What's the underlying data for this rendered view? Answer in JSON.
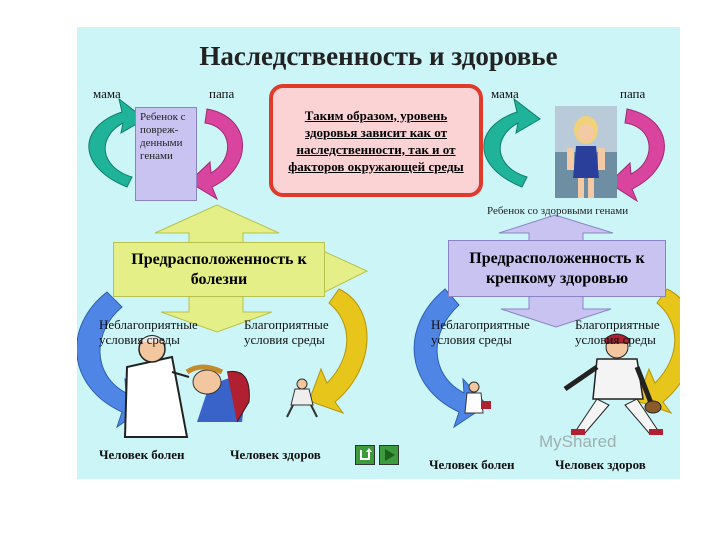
{
  "title": "Наследственность и здоровье",
  "left": {
    "mama": "мама",
    "papa": "папа",
    "child_box": "Ребенок с повреж-денными генами",
    "predisposition": "Предрасположенность к болезни",
    "unfavorable": "Неблагоприятные условия среды",
    "favorable": "Благоприятные условия среды",
    "sick": "Человек болен",
    "healthy": "Человек здоров"
  },
  "right": {
    "mama": "мама",
    "papa": "папа",
    "child_caption": "Ребенок со здоровыми генами",
    "predisposition": "Предрасположенность к крепкому здоровью",
    "unfavorable": "Неблагоприятные условия среды",
    "favorable": "Благоприятные условия среды",
    "sick": "Человек болен",
    "healthy": "Человек здоров"
  },
  "conclusion": "Таким образом, уровень здоровья зависит как от наследственности, так и от факторов окружающей среды",
  "watermark": "MyShared",
  "colors": {
    "background": "#ccf5f7",
    "teal_arrow": "#1fb49a",
    "magenta_arrow": "#d9449e",
    "blue_arrow": "#4f86e6",
    "yellow_arrow": "#e8c51a",
    "center_border": "#e03a2a"
  },
  "nav": {
    "return_icon": "return-icon",
    "next_icon": "next-icon"
  }
}
